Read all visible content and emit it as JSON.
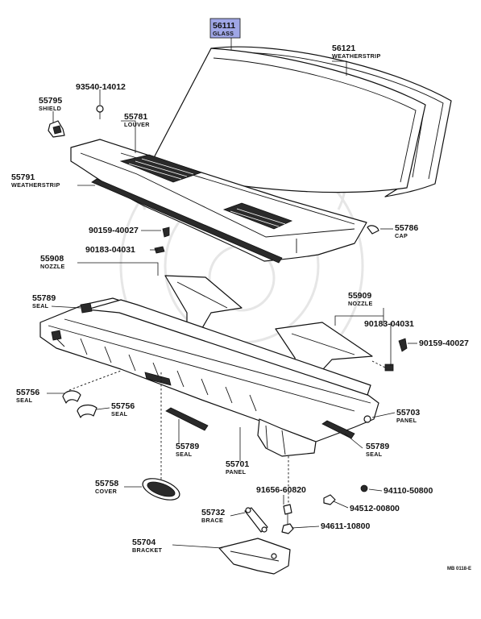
{
  "parts": [
    {
      "id": "glass",
      "number": "56111",
      "name": "GLASS",
      "highlighted": true
    },
    {
      "id": "weatherstrip-glass",
      "number": "56121",
      "name": "WEATHERSTRIP"
    },
    {
      "id": "screw-93540",
      "number": "93540-14012",
      "name": ""
    },
    {
      "id": "shield",
      "number": "55795",
      "name": "SHIELD"
    },
    {
      "id": "louver",
      "number": "55781",
      "name": "LOUVER"
    },
    {
      "id": "weatherstrip-cowl",
      "number": "55791",
      "name": "WEATHERSTRIP"
    },
    {
      "id": "clip-90159-a",
      "number": "90159-40027",
      "name": ""
    },
    {
      "id": "cap",
      "number": "55786",
      "name": "CAP"
    },
    {
      "id": "clip-90183-a",
      "number": "90183-04031",
      "name": ""
    },
    {
      "id": "nozzle-left",
      "number": "55908",
      "name": "NOZZLE"
    },
    {
      "id": "seal-upper",
      "number": "55789",
      "name": "SEAL"
    },
    {
      "id": "nozzle-right",
      "number": "55909",
      "name": "NOZZLE"
    },
    {
      "id": "clip-90183-b",
      "number": "90183-04031",
      "name": ""
    },
    {
      "id": "clip-90159-b",
      "number": "90159-40027",
      "name": ""
    },
    {
      "id": "seal-a",
      "number": "55756",
      "name": "SEAL"
    },
    {
      "id": "seal-b",
      "number": "55756",
      "name": "SEAL"
    },
    {
      "id": "panel-right",
      "number": "55703",
      "name": "PANEL"
    },
    {
      "id": "seal-lower-left",
      "number": "55789",
      "name": "SEAL"
    },
    {
      "id": "panel-main",
      "number": "55701",
      "name": "PANEL"
    },
    {
      "id": "seal-lower-right",
      "number": "55789",
      "name": "SEAL"
    },
    {
      "id": "cover",
      "number": "55758",
      "name": "COVER"
    },
    {
      "id": "bolt-91656",
      "number": "91656-60820",
      "name": ""
    },
    {
      "id": "nut-94110",
      "number": "94110-50800",
      "name": ""
    },
    {
      "id": "washer-94512",
      "number": "94512-00800",
      "name": ""
    },
    {
      "id": "brace",
      "number": "55732",
      "name": "BRACE"
    },
    {
      "id": "nut-94611",
      "number": "94611-10800",
      "name": ""
    },
    {
      "id": "bracket",
      "number": "55704",
      "name": "BRACKET"
    }
  ],
  "highlight_color": "#9fa6e6",
  "diagram_code": "MB 0118-E"
}
